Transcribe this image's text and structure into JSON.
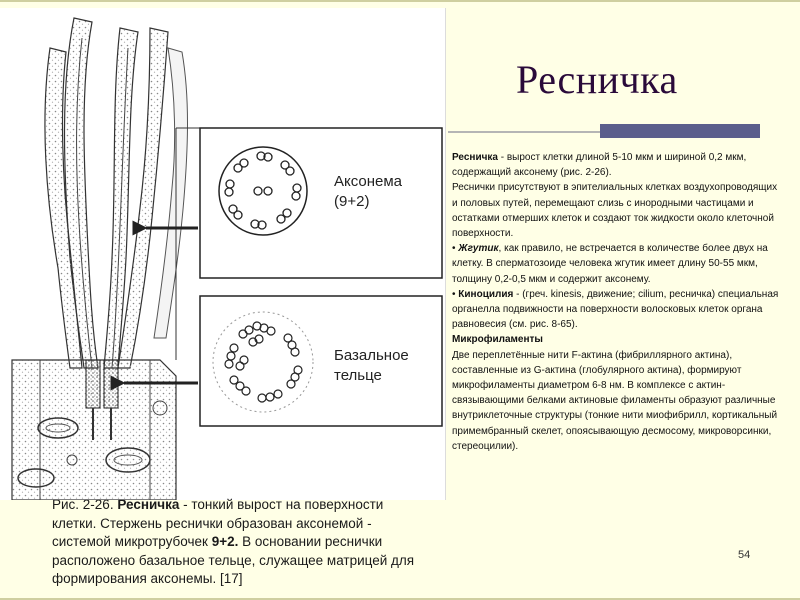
{
  "slide": {
    "title": "Ресничка",
    "number": "54"
  },
  "figure": {
    "label_axoneme_1": "Аксонема",
    "label_axoneme_2": "(9+2)",
    "label_basal_1": "Базальное",
    "label_basal_2": "тельце"
  },
  "caption": {
    "prefix": "Рис. 2-26. ",
    "term": "Ресничка",
    "text_1": " - тонкий вырост на поверхности клетки. Стержень реснички образован аксонемой - системой микротрубочек ",
    "formula": "9+2.",
    "text_2": " В основании реснички расположено базальное тельце, служащее матрицей для формирования аксонемы. [17]"
  },
  "body": {
    "p1_term": "Ресничка",
    "p1_text": " - вырост клетки длиной 5-10 мкм и шириной 0,2 мкм, содержащий аксонему (рис. 2-26).",
    "p2_text": "Реснички присутствуют в эпителиальных клетках воздухопроводящих и половых путей, перемещают слизь с инородными частицами и остатками отмерших клеток и создают ток жидкости около клеточной поверхности.",
    "p3_bullet": "•",
    "p3_term": "Жгутик",
    "p3_text": ", как правило, не встречается в количестве более двух на клетку. В сперматозоиде человека жгутик имеет длину 50-55 мкм, толщину 0,2-0,5 мкм и содержит аксонему.",
    "p4_bullet": "•",
    "p4_term": "Киноцилия",
    "p4_text": " - (греч. kinesis, движение; cilium, ресничка) специальная органелла подвижности на поверхности волосковых клеток органа равновесия (см. рис. 8-65).",
    "p5_heading": "Микрофиламенты",
    "p5_text": "Две переплетённые нити F-актина (фибриллярного актина), составленные из G-актина (глобулярного актина), формируют микрофиламенты диаметром 6-8 нм. В комплексе с актин-связывающими белками актиновые филаменты образуют различные внутриклеточные структуры (тонкие нити миофибрилл, кортикальный примембранный скелет, опоясывающую десмосому, микроворсинки, стереоцилии)."
  }
}
